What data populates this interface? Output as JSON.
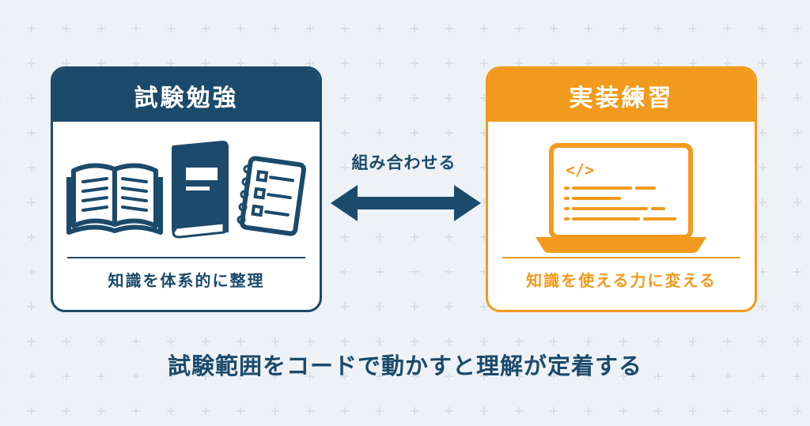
{
  "left_card": {
    "title": "試験勉強",
    "caption": "知識を体系的に整理",
    "icons": [
      "open-book-icon",
      "closed-book-icon",
      "checklist-notebook-icon"
    ]
  },
  "right_card": {
    "title": "実装練習",
    "caption": "知識を使える力に変える",
    "code_tag": "</>",
    "icons": [
      "laptop-code-icon"
    ]
  },
  "connector": {
    "label": "組み合わせる",
    "icon": "double-arrow-icon"
  },
  "footer": {
    "text": "試験範囲をコードで動かすと理解が定着する"
  },
  "colors": {
    "navy": "#1b4a6b",
    "orange": "#f29a1d",
    "background": "#eef2f6",
    "card": "#ffffff"
  }
}
